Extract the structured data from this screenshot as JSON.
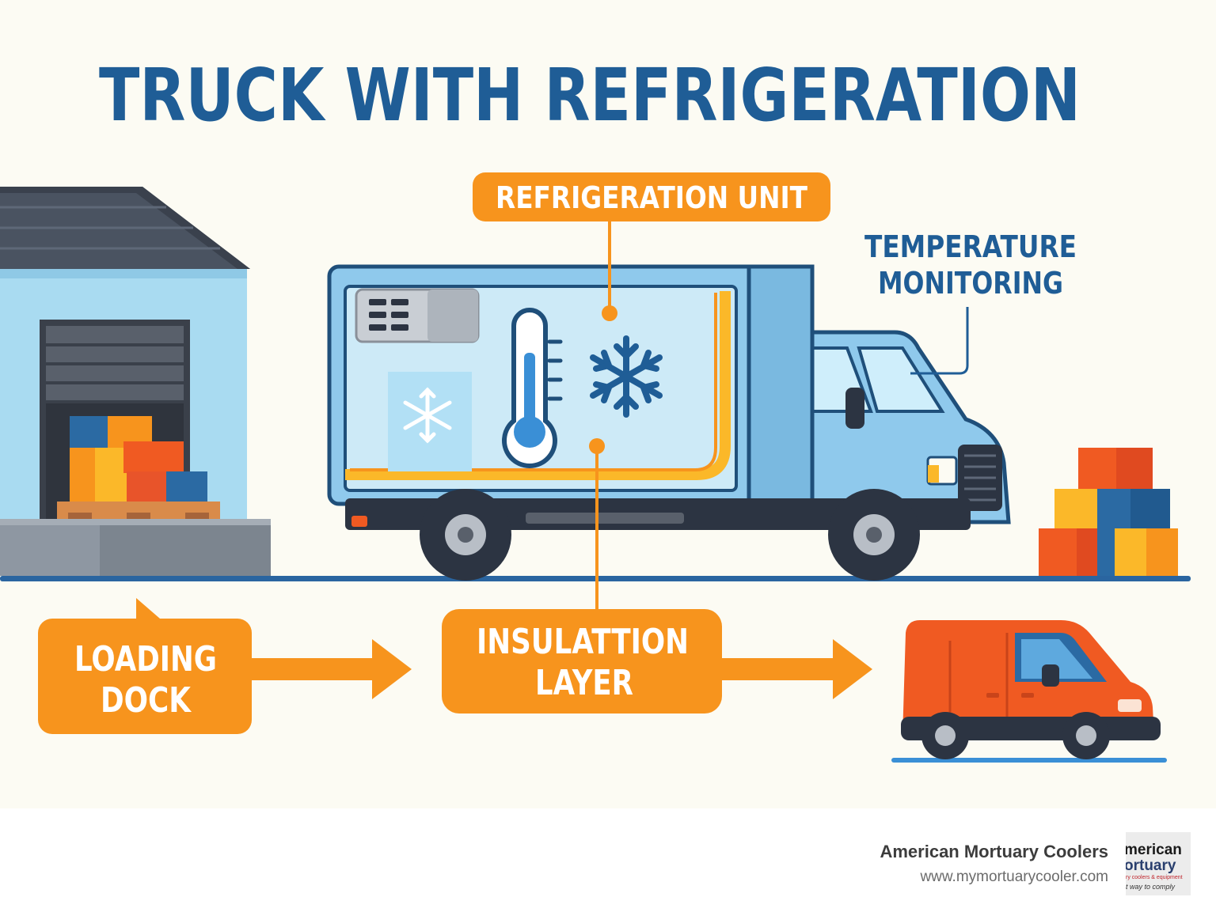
{
  "title": "TRUCK WITH REFRIGERATION",
  "labels": {
    "refrigeration_unit": "REFRIGERATION UNIT",
    "temperature_line1": "TEMPERATURE",
    "temperature_line2": "MONITORING",
    "loading_line1": "LOADING",
    "loading_line2": "DOCK",
    "insulation_line1": "INSULATTION",
    "insulation_line2": "LAYER"
  },
  "footer": {
    "company": "American Mortuary Coolers",
    "url": "www.mymortuarycooler.com",
    "logo_line1": "merican",
    "logo_line2": "ortuary",
    "logo_line3": "ry coolers & equipment",
    "logo_line4": "t way to comply"
  },
  "colors": {
    "title_blue": "#1f5d96",
    "accent_orange": "#f7941d",
    "truck_blue": "#8fd0ec",
    "outline": "#1f4f7a",
    "van_red": "#f05a22",
    "background": "#fcfbf3"
  }
}
